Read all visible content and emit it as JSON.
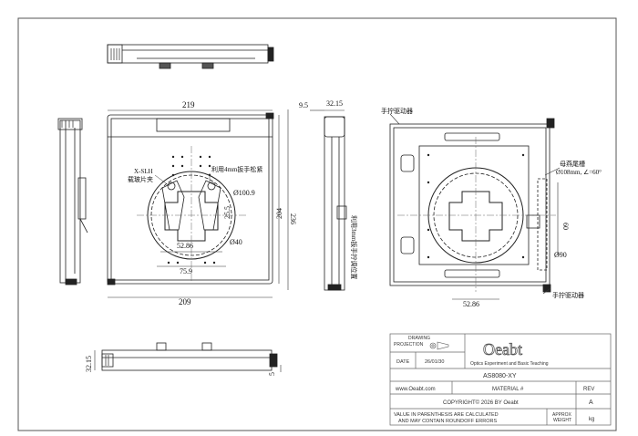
{
  "front_view": {
    "dim_top": "219",
    "dim_bottom": "209",
    "dim_height": "204",
    "dim_height_total": "236",
    "dim_aperture": "Ø100.9",
    "dim_inner": "Ø40",
    "dim_slot_w": "52.86",
    "dim_bottom_w": "75.9",
    "dim_slot_h": "25.5",
    "label_clamp": "X-SLH\n载玻片夹",
    "label_knob": "利用4mm扳手松紧"
  },
  "side_view": {
    "dim_a": "9.5",
    "dim_b": "32.15",
    "label_knob": "利用3mm扳手拧调位置"
  },
  "right_view": {
    "label_top": "手拧驱动器",
    "label_bottom": "手拧驱动器",
    "label_rack": "母燕尾槽\nØ108mm, ∠=60°",
    "dim_60": "60",
    "dim_90": "Ø90",
    "dim_slot_w": "52.86"
  },
  "bottom_view": {
    "dim_h": "32.15",
    "dim_5": "5"
  },
  "title_block": {
    "drawing_projection_label": "DRAWING\nPROJECTION",
    "date_label": "DATE",
    "date_value": "26/01/30",
    "logo": "Oeabt",
    "tagline": "Optics Experiment and Basic Teaching",
    "part_number": "AS8080-XY",
    "website": "www.Oeabt.com",
    "material": "MATERIAL #",
    "rev_label": "REV",
    "rev_value": "A",
    "copyright": "COPYRIGHT© 2026 BY Oeabt",
    "note": "VALUE IN PARENTHESIS ARE CALCULATED\nAND MAY CONTAIN ROUNDOFF ERRORS",
    "approx_weight": "APPROX\nWEIGHT",
    "weight_unit": "kg"
  }
}
